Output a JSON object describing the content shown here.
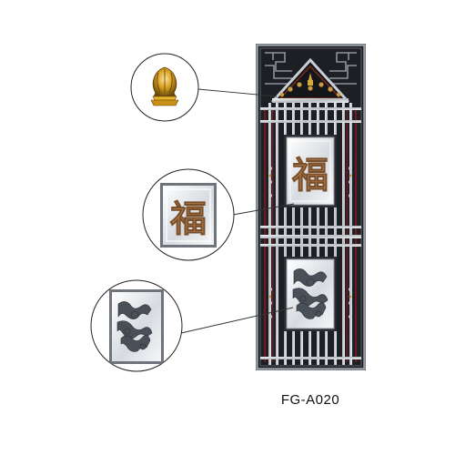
{
  "product": {
    "model_code": "FG-A020"
  },
  "panels": {
    "upper_character": "福"
  },
  "colors": {
    "background": "#ffffff",
    "grille_dark": "#1d1f24",
    "bar_silver": "#b9bec6",
    "bar_red": "#6b1d1d",
    "character_gold": "#b8885a",
    "callout_line": "#333333"
  },
  "callouts": [
    {
      "name": "finial-ornament-callout",
      "depicts": "gold-finial"
    },
    {
      "name": "fu-panel-callout",
      "depicts": "fu-character-panel"
    },
    {
      "name": "carved-panel-callout",
      "depicts": "carved-relief-panel"
    }
  ]
}
